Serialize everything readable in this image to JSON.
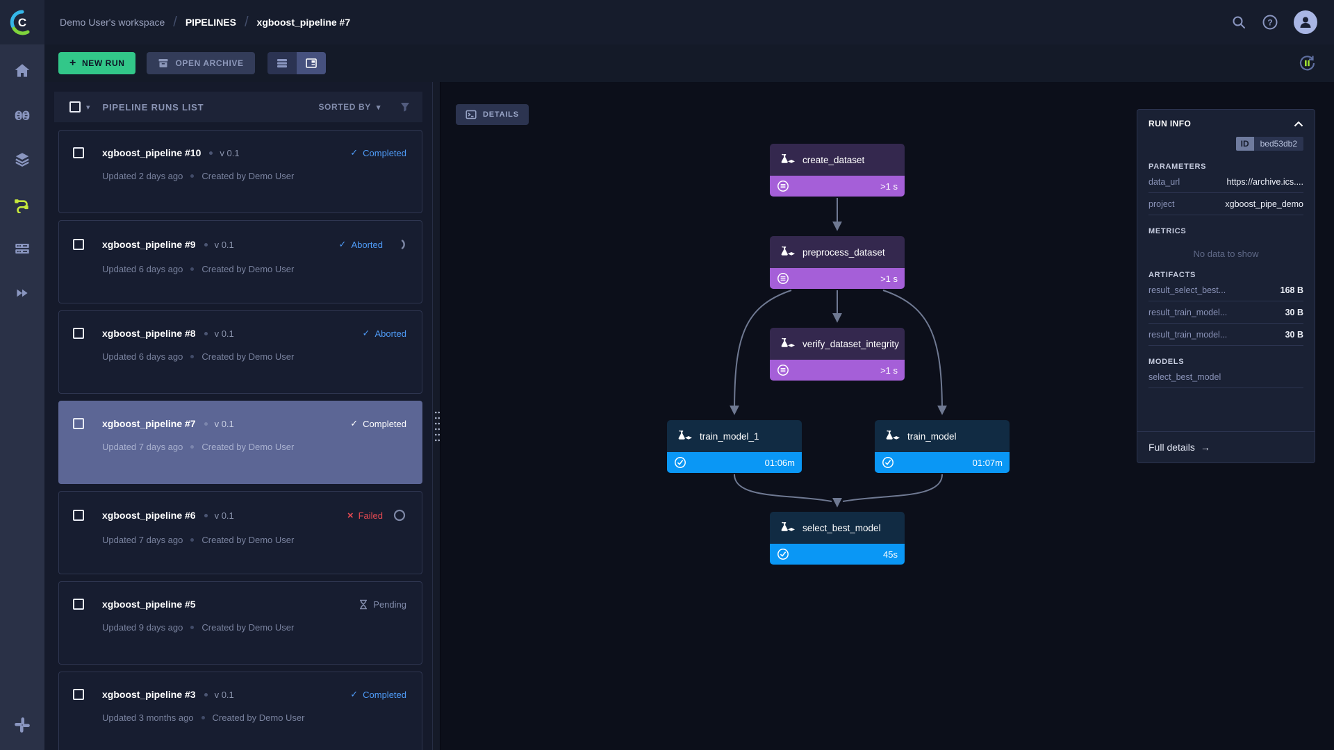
{
  "colors": {
    "topbar": "#161c2c",
    "sidebar": "#2a3147",
    "graph_bg": "#0c0f1a",
    "accent_green": "#32c789",
    "accent_lime": "#c6e83c",
    "status_blue": "#4f9cf8",
    "status_red": "#e84b52",
    "node_purple_head": "#34284e",
    "node_purple_foot": "#a55fd8",
    "node_blue_head": "#112b43",
    "node_blue_foot": "#0a97f5",
    "selected_card": "#5c6695"
  },
  "icons": {
    "check": "✓",
    "cross": "×",
    "caret_down": "▾",
    "arrow_right": "→",
    "plus": "+",
    "slash": "/",
    "question": "?"
  },
  "topbar": {
    "workspace": "Demo User's workspace",
    "section": "PIPELINES",
    "page": "xgboost_pipeline #7"
  },
  "toolbar": {
    "new_run_label": "NEW RUN",
    "open_archive_label": "OPEN ARCHIVE"
  },
  "runs_list": {
    "title": "PIPELINE RUNS LIST",
    "sorted_by_label": "SORTED BY",
    "runs": [
      {
        "name": "xgboost_pipeline #10",
        "version": "v 0.1",
        "status": "Completed",
        "updated": "Updated 2 days ago",
        "created": "Created by Demo User"
      },
      {
        "name": "xgboost_pipeline #9",
        "version": "v 0.1",
        "status": "Aborted",
        "updated": "Updated 6 days ago",
        "created": "Created by Demo User"
      },
      {
        "name": "xgboost_pipeline #8",
        "version": "v 0.1",
        "status": "Aborted",
        "updated": "Updated 6 days ago",
        "created": "Created by Demo User"
      },
      {
        "name": "xgboost_pipeline #7",
        "version": "v 0.1",
        "status": "Completed",
        "updated": "Updated 7 days ago",
        "created": "Created by Demo User"
      },
      {
        "name": "xgboost_pipeline #6",
        "version": "v 0.1",
        "status": "Failed",
        "updated": "Updated 7 days ago",
        "created": "Created by Demo User"
      },
      {
        "name": "xgboost_pipeline #5",
        "version": "",
        "status": "Pending",
        "updated": "Updated 9 days ago",
        "created": "Created by Demo User"
      },
      {
        "name": "xgboost_pipeline #3",
        "version": "v 0.1",
        "status": "Completed",
        "updated": "Updated 3 months ago",
        "created": "Created by Demo User"
      }
    ]
  },
  "graph": {
    "details_label": "DETAILS",
    "nodes": [
      {
        "label": "create_dataset",
        "duration": ">1 s"
      },
      {
        "label": "preprocess_dataset",
        "duration": ">1 s"
      },
      {
        "label": "verify_dataset_integrity",
        "duration": ">1 s"
      },
      {
        "label": "train_model_1",
        "duration": "01:06m"
      },
      {
        "label": "train_model",
        "duration": "01:07m"
      },
      {
        "label": "select_best_model",
        "duration": "45s"
      }
    ]
  },
  "run_info": {
    "title": "RUN INFO",
    "id_label": "ID",
    "id_value": "bed53db2",
    "parameters": {
      "title": "PARAMETERS",
      "rows": [
        {
          "label": "data_url",
          "value": "https://archive.ics...."
        },
        {
          "label": "project",
          "value": "xgboost_pipe_demo"
        }
      ]
    },
    "metrics": {
      "title": "METRICS",
      "empty": "No data to show"
    },
    "artifacts": {
      "title": "ARTIFACTS",
      "rows": [
        {
          "label": "result_select_best...",
          "value": "168 B"
        },
        {
          "label": "result_train_model...",
          "value": "30 B"
        },
        {
          "label": "result_train_model...",
          "value": "30 B"
        }
      ]
    },
    "models": {
      "title": "MODELS",
      "rows": [
        {
          "label": "select_best_model"
        }
      ]
    },
    "full_details": "Full details"
  }
}
